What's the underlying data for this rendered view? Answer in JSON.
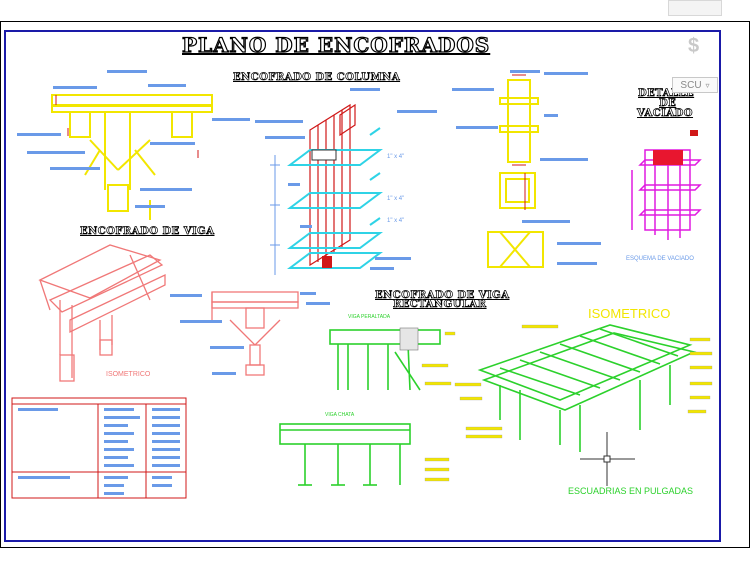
{
  "titles": {
    "main": "PLANO DE ENCOFRADOS",
    "columna": "ENCOFRADO DE COLUMNA",
    "viga": "ENCOFRADO DE VIGA",
    "viga_rect_1": "ENCOFRADO DE VIGA",
    "viga_rect_2": "RECTANGULAR",
    "detalle_1": "DETALLE",
    "detalle_2": "DE",
    "detalle_3": "VACIADO"
  },
  "labels": {
    "isometrico_small": "ISOMETRICO",
    "isometrico_big": "ISOMETRICO",
    "escuadrias": "ESCUADRIAS EN PULGADAS",
    "escuadra_vaciado": "ESQUEMA DE VACIADO",
    "viga_peraltada": "VIGA PERALTADA",
    "viga_chata": "VIGA CHATA",
    "dim_1": "1\" x 4\"",
    "dim_2": "1\" x 4\"",
    "dim_3": "1\" x 4\""
  },
  "ui": {
    "scu_label": "SCU",
    "scu_icon": "chevron-down-icon",
    "logo_icon": "s-logo-icon"
  },
  "colors": {
    "frame_blue": "#1a1aa8",
    "yellow": "#f2e600",
    "red": "#d01818",
    "cyan": "#2fd3e6",
    "green": "#2cd12c",
    "magenta": "#e01ae0",
    "label_blue": "#6a9ae8",
    "salmon": "#f07878"
  }
}
